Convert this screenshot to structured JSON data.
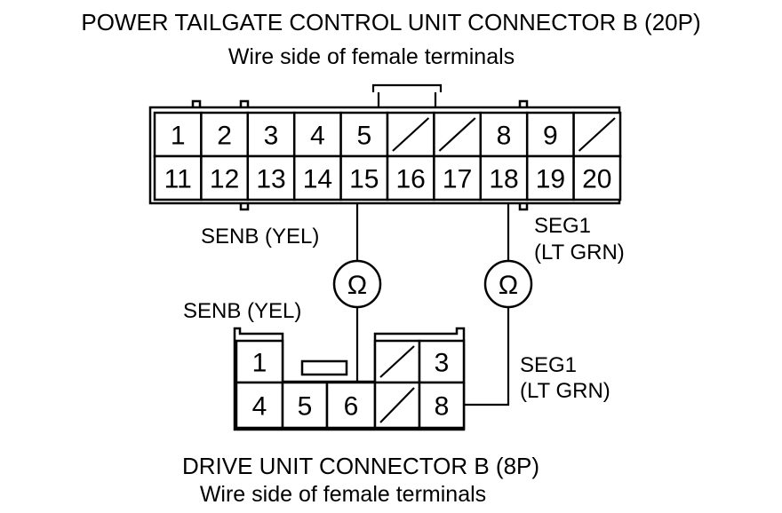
{
  "connector_b20": {
    "title": "POWER TAILGATE CONTROL UNIT CONNECTOR B (20P)",
    "subtitle": "Wire side of female terminals",
    "row1": [
      "1",
      "2",
      "3",
      "4",
      "5",
      "",
      "",
      "8",
      "9",
      ""
    ],
    "row2": [
      "11",
      "12",
      "13",
      "14",
      "15",
      "16",
      "17",
      "18",
      "19",
      "20"
    ]
  },
  "connector_b8": {
    "title": "DRIVE UNIT CONNECTOR B (8P)",
    "subtitle": "Wire side of female terminals",
    "row1": [
      "1",
      "",
      "",
      "",
      "3"
    ],
    "row2": [
      "4",
      "5",
      "6",
      "",
      "8"
    ]
  },
  "meters": {
    "left_symbol": "Ω",
    "right_symbol": "Ω"
  },
  "wires": {
    "senb_top": "SENB (YEL)",
    "seg1_top_line1": "SEG1",
    "seg1_top_line2": "(LT GRN)",
    "senb_bottom": "SENB (YEL)",
    "seg1_bottom_line1": "SEG1",
    "seg1_bottom_line2": "(LT GRN)"
  }
}
